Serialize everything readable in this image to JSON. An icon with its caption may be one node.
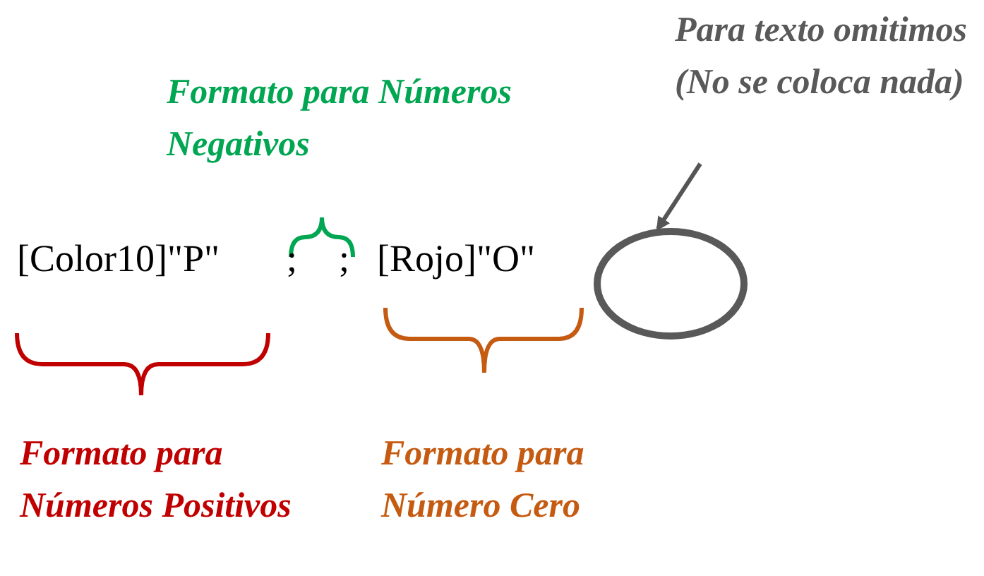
{
  "diagram": {
    "nodes": [
      {
        "text": [
          "Para texto omitimos (No se coloca nada)"
        ]
      },
      {
        "text": [],
        "shape": "circle"
      }
    ],
    "edges": [
      {
        "from": 0,
        "to": 1,
        "arrow": "to"
      }
    ],
    "labels": [
      "Formato para Números Negativos",
      "[Color10]\"P\"",
      ";",
      ";",
      "[Rojo]\"O\"",
      "Formato para Números Positivos",
      "Formato para Número Cero"
    ]
  }
}
